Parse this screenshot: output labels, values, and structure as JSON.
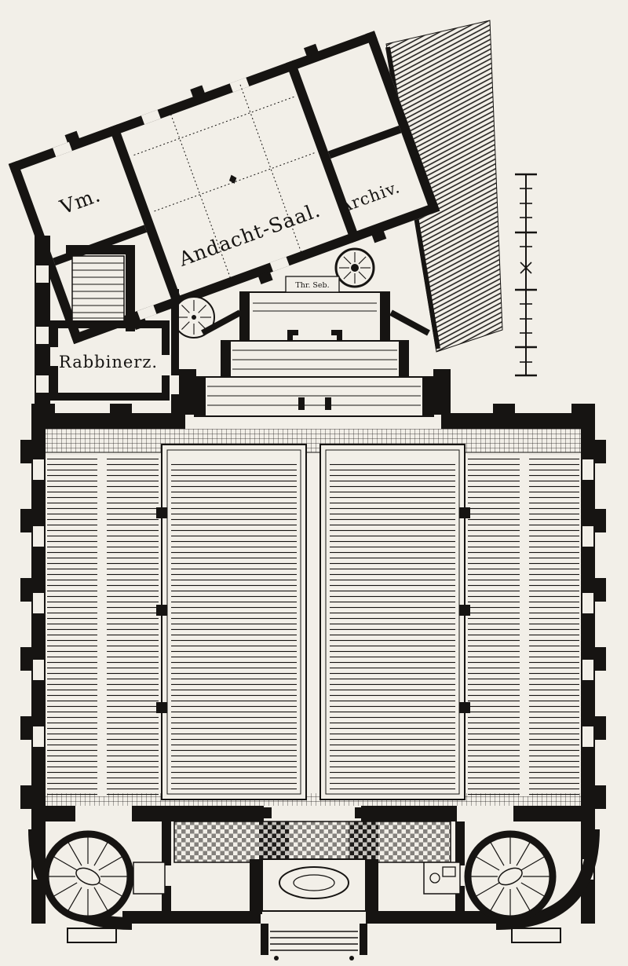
{
  "colors": {
    "paper": "#f2efe8",
    "ink": "#161412"
  },
  "labels": {
    "vestibule_room": "Vm.",
    "prayer_hall": "Andacht-Saal.",
    "archive": "Archiv.",
    "rabbi_room": "Rabbinerz.",
    "ark": "Thr. Seb."
  }
}
